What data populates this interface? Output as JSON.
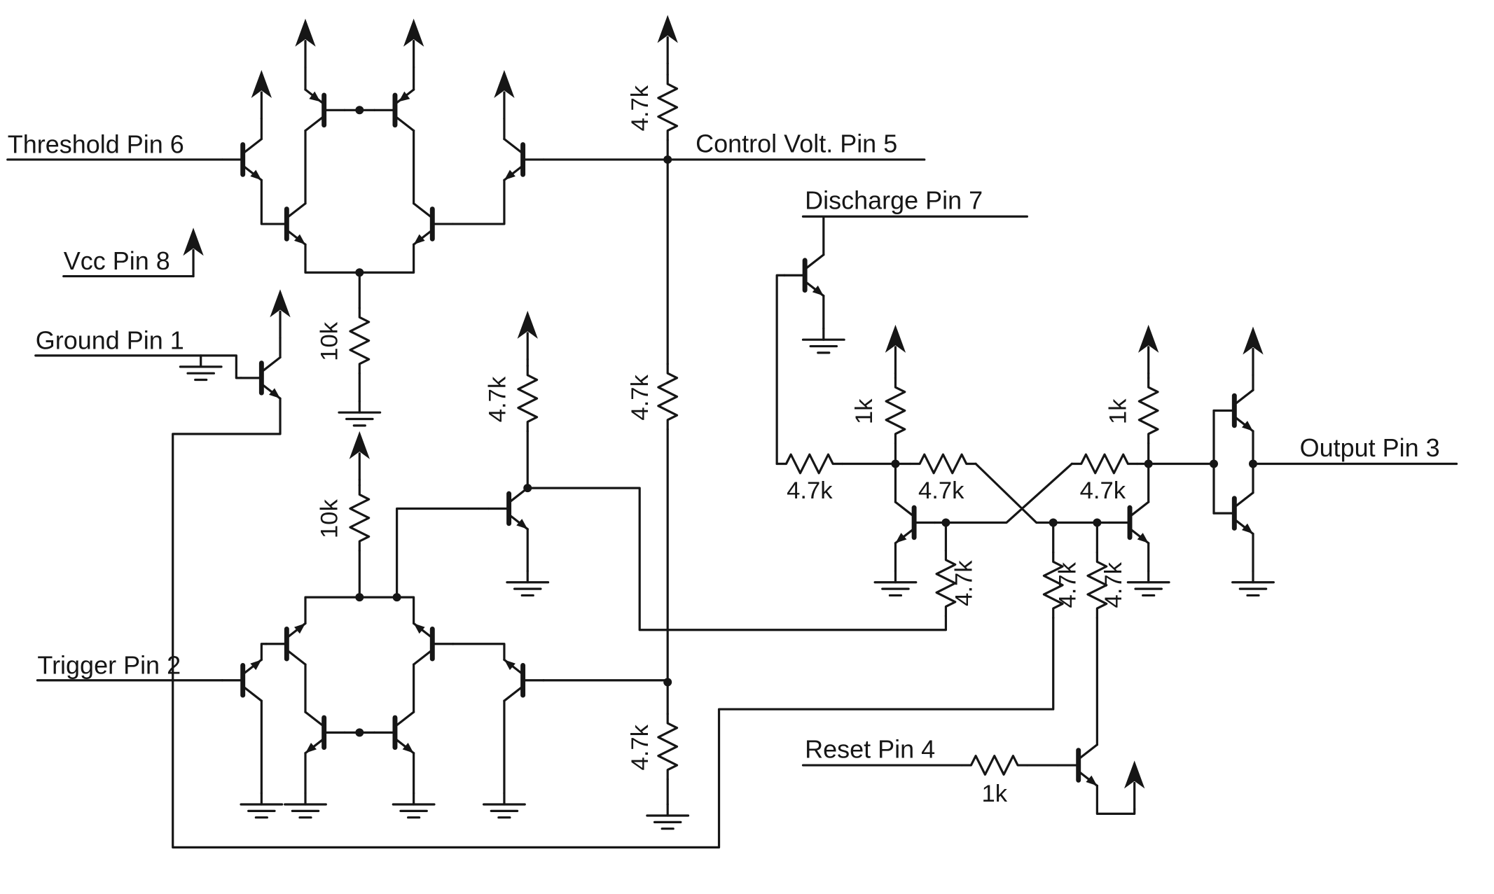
{
  "pins": {
    "threshold": "Threshold Pin 6",
    "vcc": "Vcc Pin 8",
    "ground": "Ground Pin 1",
    "trigger": "Trigger Pin 2",
    "control": "Control Volt. Pin 5",
    "discharge": "Discharge Pin 7",
    "reset": "Reset Pin 4",
    "output": "Output Pin 3"
  },
  "resistors": {
    "r_supply_top": "4.7k",
    "r_divider_mid": "4.7k",
    "r_divider_bot": "4.7k",
    "r_thresh_tail": "10k",
    "r_trig_tail": "10k",
    "r_comp_load": "4.7k",
    "r_ff_left_pullup": "1k",
    "r_ff_right_pullup": "1k",
    "r_discharge_base": "4.7k",
    "r_ff_left_cross": "4.7k",
    "r_ff_right_cross": "4.7k",
    "r_ff_left_base": "4.7k",
    "r_ff_mid_base": "4.7k",
    "r_ff_right_base": "4.7k",
    "r_reset_base": "1k"
  },
  "colors": {
    "ink": "#161616",
    "background": "#ffffff"
  }
}
